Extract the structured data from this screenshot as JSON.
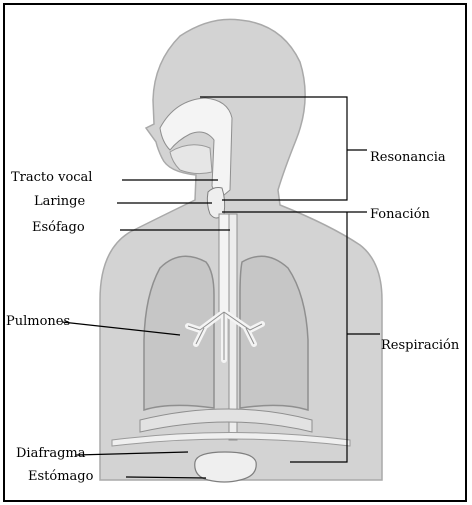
{
  "labels": {
    "tracto_vocal": "Tracto vocal",
    "laringe": "Laringe",
    "esofago": "Esófago",
    "pulmones": "Pulmones",
    "diafragma": "Diafragma",
    "estomago": "Estómago",
    "resonancia": "Resonancia",
    "fonacion": "Fonación",
    "respiracion": "Respiración"
  },
  "colors": {
    "body_fill": "#d3d3d3",
    "body_outline": "#a9a9a9",
    "lung_fill": "#c6c6c6",
    "organ_fill": "#f4f4f4",
    "line_color": "#000000"
  }
}
